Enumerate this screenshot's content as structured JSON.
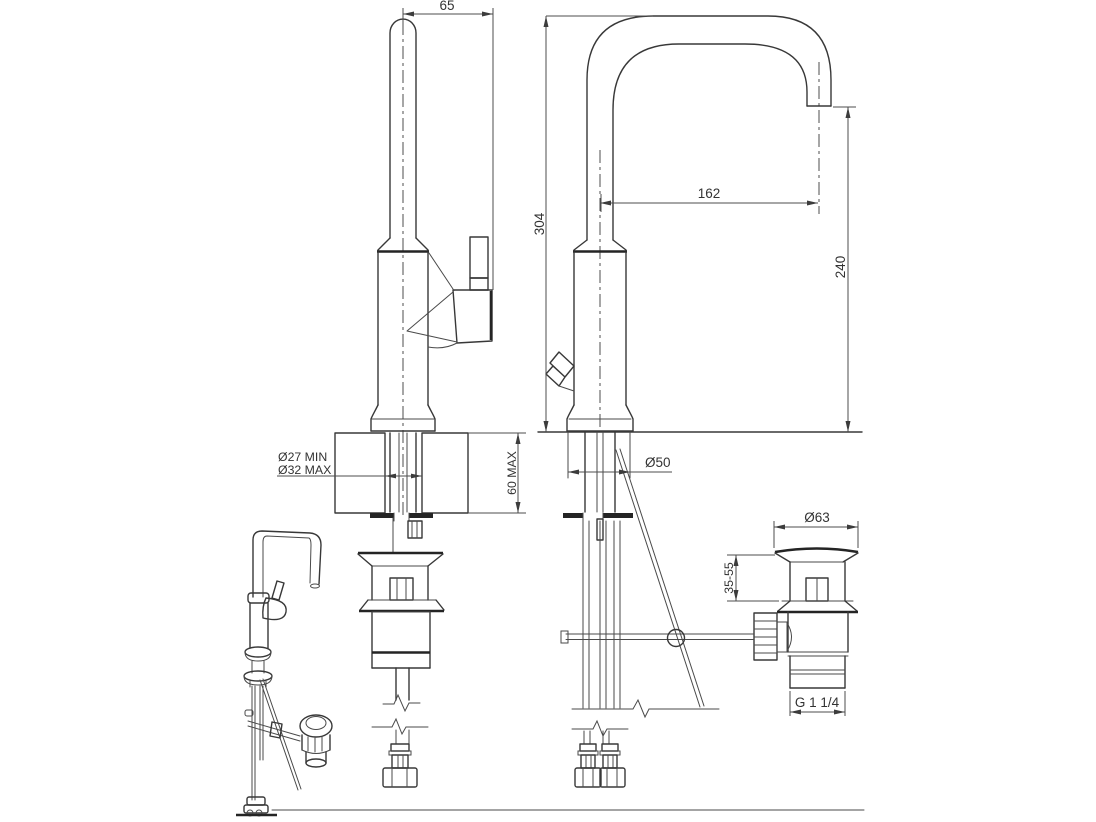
{
  "drawing": {
    "type": "faucet-installation-technical-drawing",
    "background": "#ffffff",
    "line_color": "#383838"
  },
  "dimensions": {
    "spout_offset": "65",
    "overall_height": "304",
    "spout_reach": "162",
    "outlet_height": "240",
    "hole_min": "Ø27 MIN",
    "hole_max": "Ø32 MAX",
    "deck_thickness_max": "60 MAX",
    "base_diameter": "Ø50",
    "waste_flange_diameter": "Ø63",
    "waste_adjust_range": "35-55",
    "waste_thread": "G 1 1/4"
  }
}
